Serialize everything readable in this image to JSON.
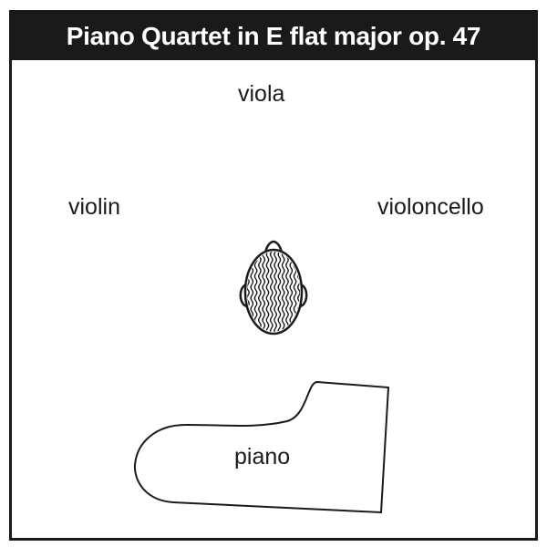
{
  "title": "Piano Quartet in E flat major op. 47",
  "instruments": {
    "viola": "viola",
    "violin": "violin",
    "violoncello": "violoncello",
    "piano": "piano"
  },
  "colors": {
    "ink": "#1a1a1a",
    "background": "#ffffff"
  },
  "icons": {
    "listener": "listener-head-icon",
    "piano": "grand-piano-outline"
  }
}
